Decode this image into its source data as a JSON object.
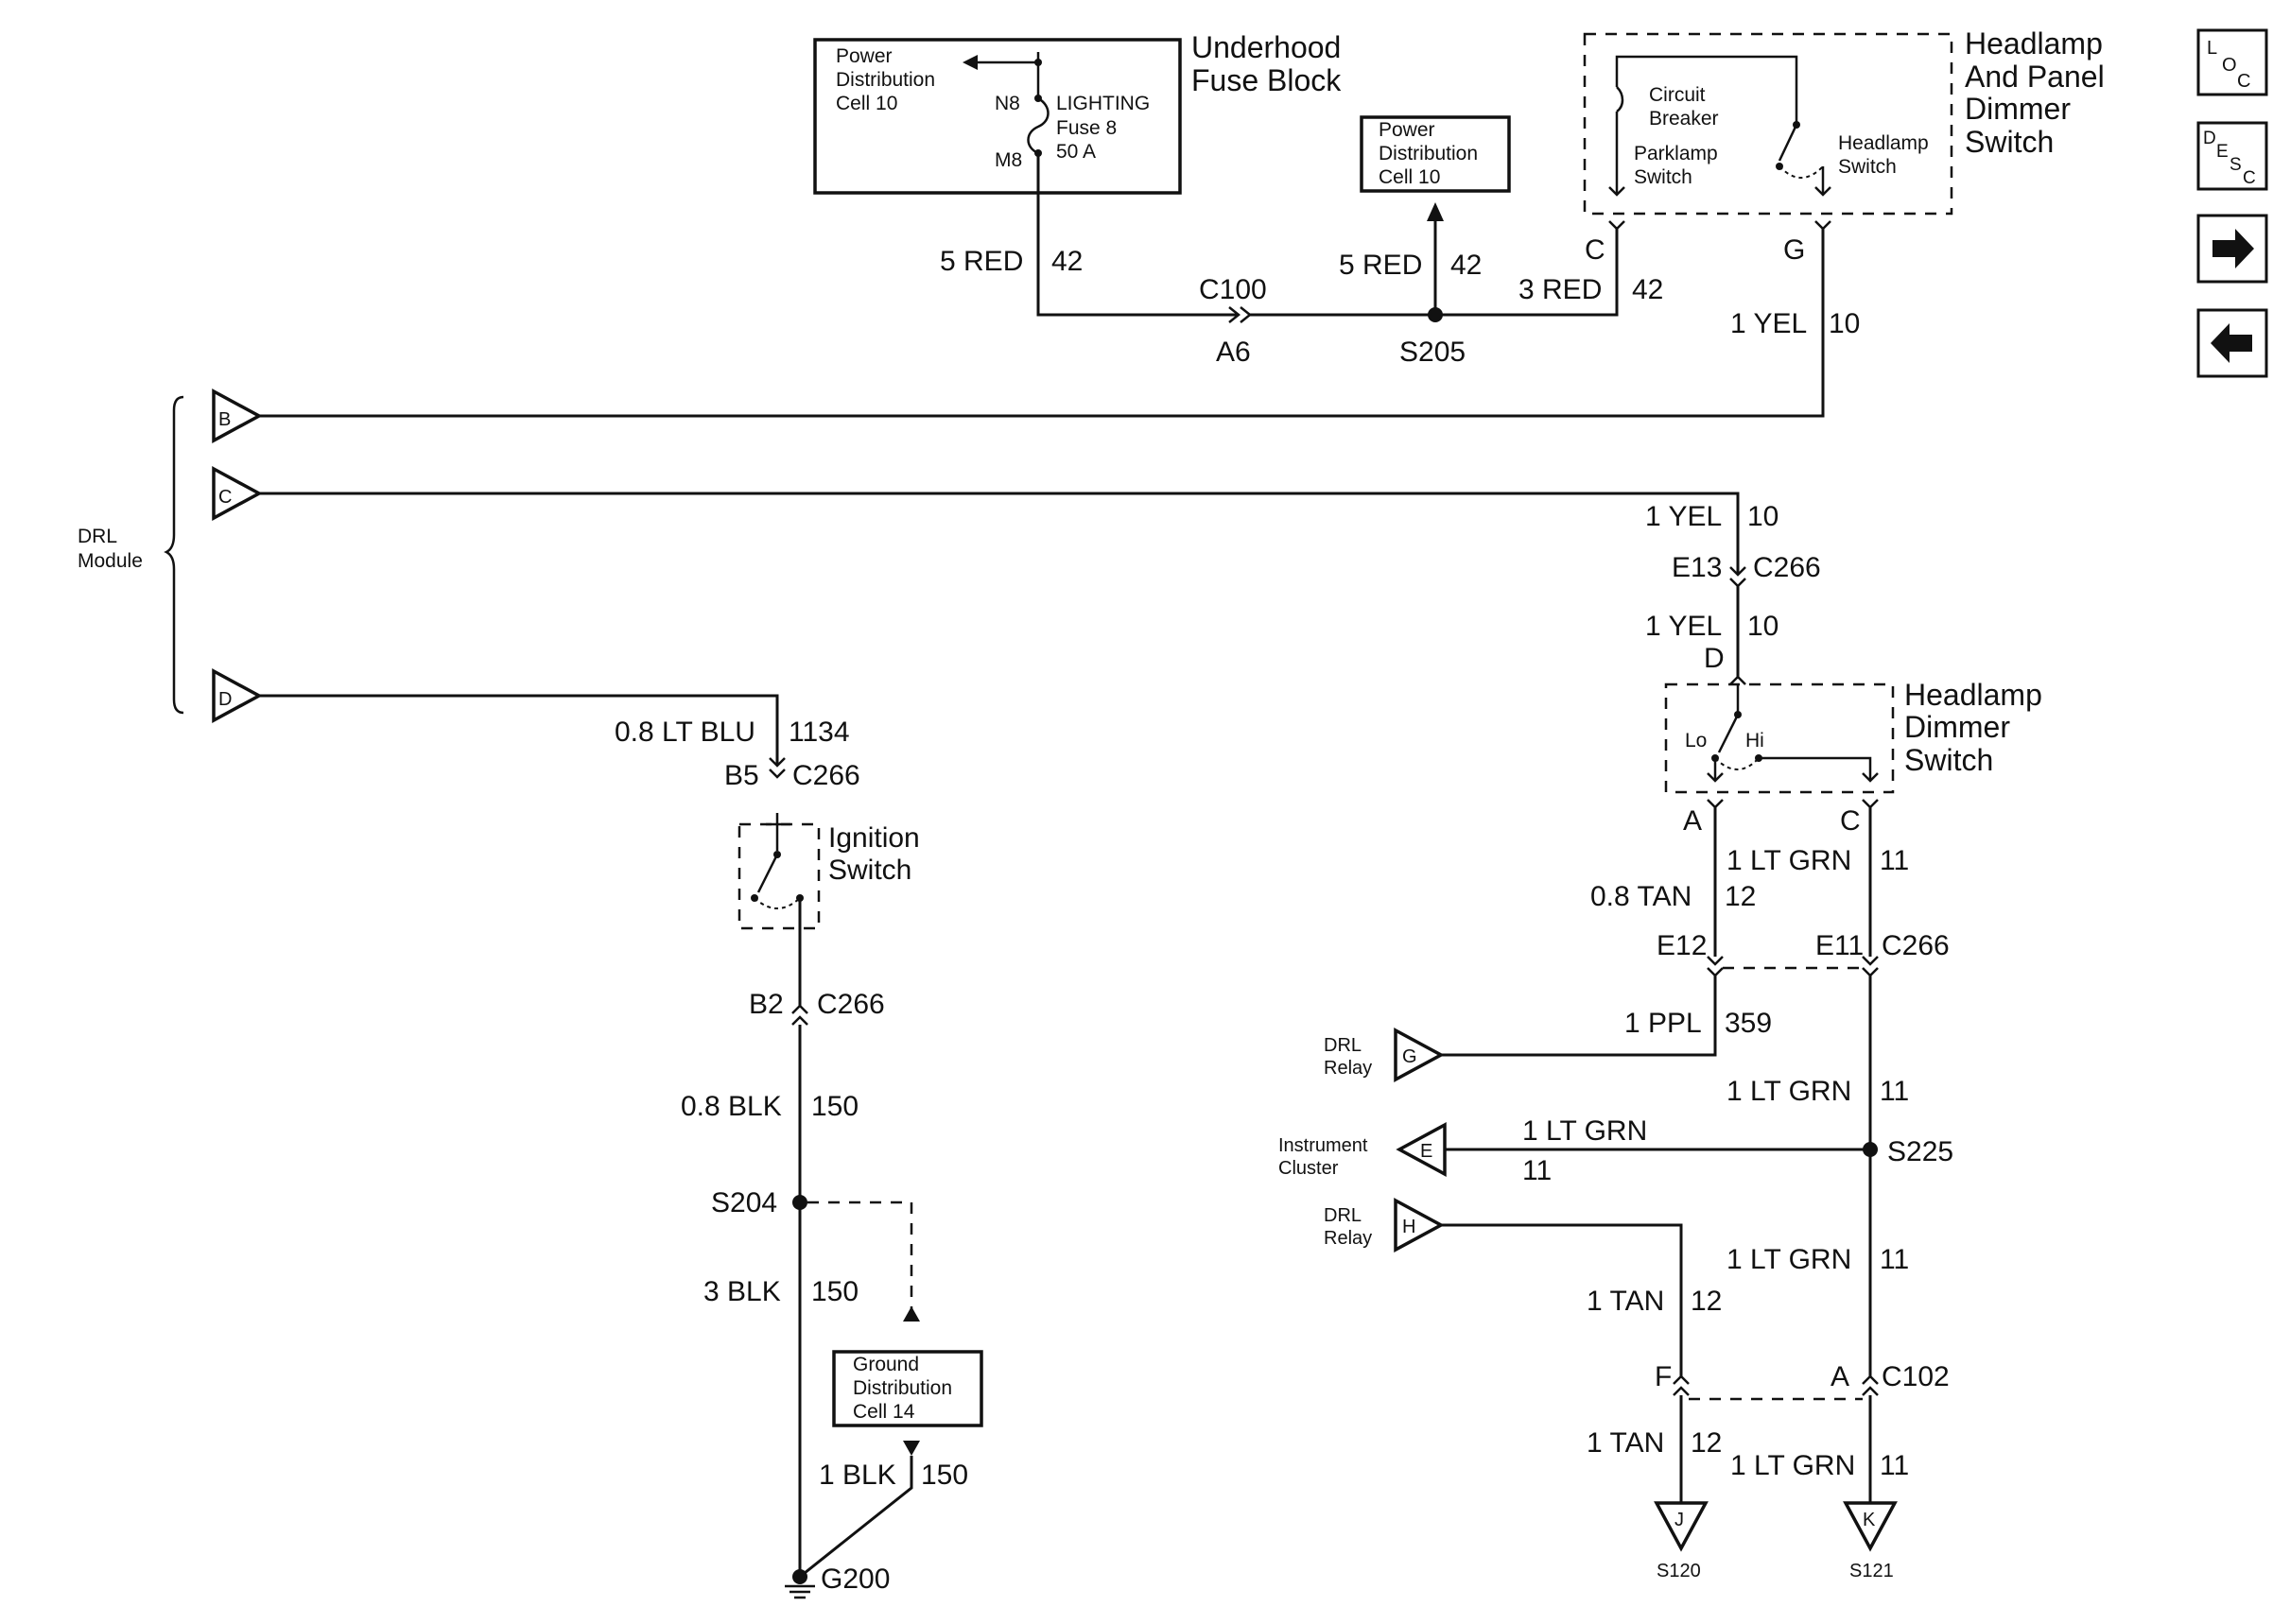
{
  "nav": {
    "loc": [
      "L",
      "O",
      "C"
    ],
    "desc": [
      "D",
      "E",
      "S",
      "C"
    ],
    "next_icon": "arrow-right-icon",
    "prev_icon": "arrow-left-icon"
  },
  "underhood": {
    "title1": "Underhood",
    "title2": "Fuse Block",
    "pd1": "Power",
    "pd2": "Distribution",
    "pd3": "Cell 10",
    "n8": "N8",
    "m8": "M8",
    "f1": "LIGHTING",
    "f2": "Fuse 8",
    "f3": "50 A"
  },
  "pdcell": {
    "l1": "Power",
    "l2": "Distribution",
    "l3": "Cell 10"
  },
  "hpd": {
    "t1": "Headlamp",
    "t2": "And Panel",
    "t3": "Dimmer",
    "t4": "Switch",
    "cb1": "Circuit",
    "cb2": "Breaker",
    "pk1": "Parklamp",
    "pk2": "Switch",
    "hs1": "Headlamp",
    "hs2": "Switch",
    "pinC": "C",
    "pinG": "G"
  },
  "wires": {
    "w1_color": "5 RED",
    "w1_num": "42",
    "c100": "C100",
    "a6": "A6",
    "w2_color": "5 RED",
    "w2_num": "42",
    "s205": "S205",
    "w3_color": "3 RED",
    "w3_num": "42",
    "w4_color": "1 YEL",
    "w4_num": "10",
    "w5_color": "1 YEL",
    "w5_num": "10",
    "e13": "E13",
    "c266a": "C266",
    "w6_color": "1 YEL",
    "w6_num": "10",
    "pinD": "D",
    "w7_color": "0.8 LT BLU",
    "w7_num": "1134",
    "b5": "B5",
    "c266b": "C266",
    "b2": "B2",
    "c266c": "C266",
    "w8_color": "0.8 BLK",
    "w8_num": "150",
    "s204": "S204",
    "w9_color": "3 BLK",
    "w9_num": "150",
    "w10_color": "1 BLK",
    "w10_num": "150",
    "g200": "G200",
    "pinA": "A",
    "pinC2": "C",
    "w11_color": "1 LT GRN",
    "w11_num": "11",
    "w12_color": "0.8 TAN",
    "w12_num": "12",
    "e12": "E12",
    "e11": "E11",
    "c266d": "C266",
    "w13_color": "1 PPL",
    "w13_num": "359",
    "w14_color": "1 LT GRN",
    "w14_num": "11",
    "w15_color": "1 LT GRN",
    "w15_num": "11",
    "s225": "S225",
    "w16_color": "1 LT GRN",
    "w16_num": "11",
    "w17_color": "1 TAN",
    "w17_num": "12",
    "pinF": "F",
    "pinA2": "A",
    "c102": "C102",
    "w18_color": "1 TAN",
    "w18_num": "12",
    "w19_color": "1 LT GRN",
    "w19_num": "11"
  },
  "drl": {
    "l1": "DRL",
    "l2": "Module",
    "B": "B",
    "C": "C",
    "D": "D"
  },
  "ignition": {
    "l1": "Ignition",
    "l2": "Switch"
  },
  "ground": {
    "l1": "Ground",
    "l2": "Distribution",
    "l3": "Cell 14"
  },
  "hds": {
    "t1": "Headlamp",
    "t2": "Dimmer",
    "t3": "Switch",
    "lo": "Lo",
    "hi": "Hi"
  },
  "offpage": {
    "relayG1": "DRL",
    "relayG2": "Relay",
    "G": "G",
    "ic1": "Instrument",
    "ic2": "Cluster",
    "E": "E",
    "relayH1": "DRL",
    "relayH2": "Relay",
    "H": "H",
    "J": "J",
    "K": "K",
    "s120": "S120",
    "s121": "S121"
  }
}
